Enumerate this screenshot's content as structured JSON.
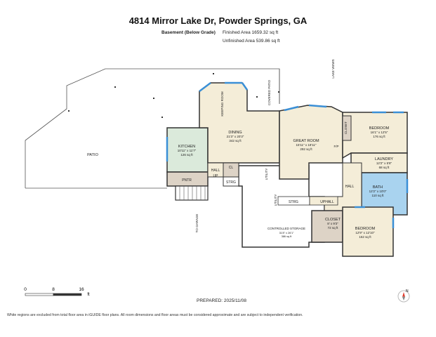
{
  "header": {
    "title": "4814 Mirror Lake Dr, Powder Springs, GA",
    "level": "Basement (Below Grade)",
    "finished_area": "Finished Area 1659.32 sq ft",
    "unfinished_area": "Unfinished Area 539.86 sq ft"
  },
  "rooms": {
    "kitchen": {
      "name": "KITCHEN",
      "dims": "10'11\" x 11'7\"",
      "area": "126 sq ft"
    },
    "dining": {
      "name": "DINING",
      "dims": "21'3\" x 20'3\"",
      "area": "342 sq ft"
    },
    "great_room": {
      "name": "GREAT ROOM",
      "dims": "15'11\" x 18'11\"",
      "area": "292 sq ft"
    },
    "bedroom1": {
      "name": "BEDROOM",
      "dims": "16'1\" x 12'5\"",
      "area": "176 sq ft"
    },
    "laundry": {
      "name": "LAUNDRY",
      "dims": "12'2\" x 5'8\"",
      "area": "68 sq ft"
    },
    "bath": {
      "name": "BATH",
      "dims": "12'2\" x 10'0\"",
      "area": "110 sq ft"
    },
    "bedroom2": {
      "name": "BEDROOM",
      "dims": "12'9\" x 12'10\"",
      "area": "162 sq ft"
    },
    "closet": {
      "name": "CLOSET",
      "dims": "8' x 9'3\"",
      "area": "72 sq ft"
    },
    "storage": {
      "name": "CONTROLLED STORAGE",
      "dims": "31'8\" x 26'1\"",
      "area": "386 sq ft"
    }
  },
  "labels": {
    "patio": "PATIO",
    "keeping_room": "KEEPING ROOM",
    "covered_patio": "COVERED PATIO",
    "lake_views": "LAKE VIEWS",
    "closet_small": "CLOSET",
    "fp": "F/P",
    "hall1": "HALL",
    "up": "UP",
    "cl": "CL",
    "pntr": "PNTR",
    "strg1": "STRG",
    "utility1": "UTILITY",
    "hall2": "HALL",
    "utility2": "UTILITY",
    "strg2": "STRG",
    "uphall": "UPHALL",
    "to_garage": "TO GARAGE"
  },
  "scale": {
    "zero": "0",
    "eight": "8",
    "sixteen": "16",
    "unit": "ft"
  },
  "prepared": "PREPARED: 2025/11/08",
  "compass": {
    "north": "N"
  },
  "footer": "White regions are excluded from total floor area in iGUIDE floor plans. All room dimensions and floor areas must be considered approximate and are subject to independent verification.",
  "colors": {
    "finished": "#f4edd8",
    "kitchen": "#dbeadb",
    "bath": "#a9d3ef",
    "closet": "#ddd3c6",
    "wall": "#333333",
    "window": "#3a8fd6"
  }
}
